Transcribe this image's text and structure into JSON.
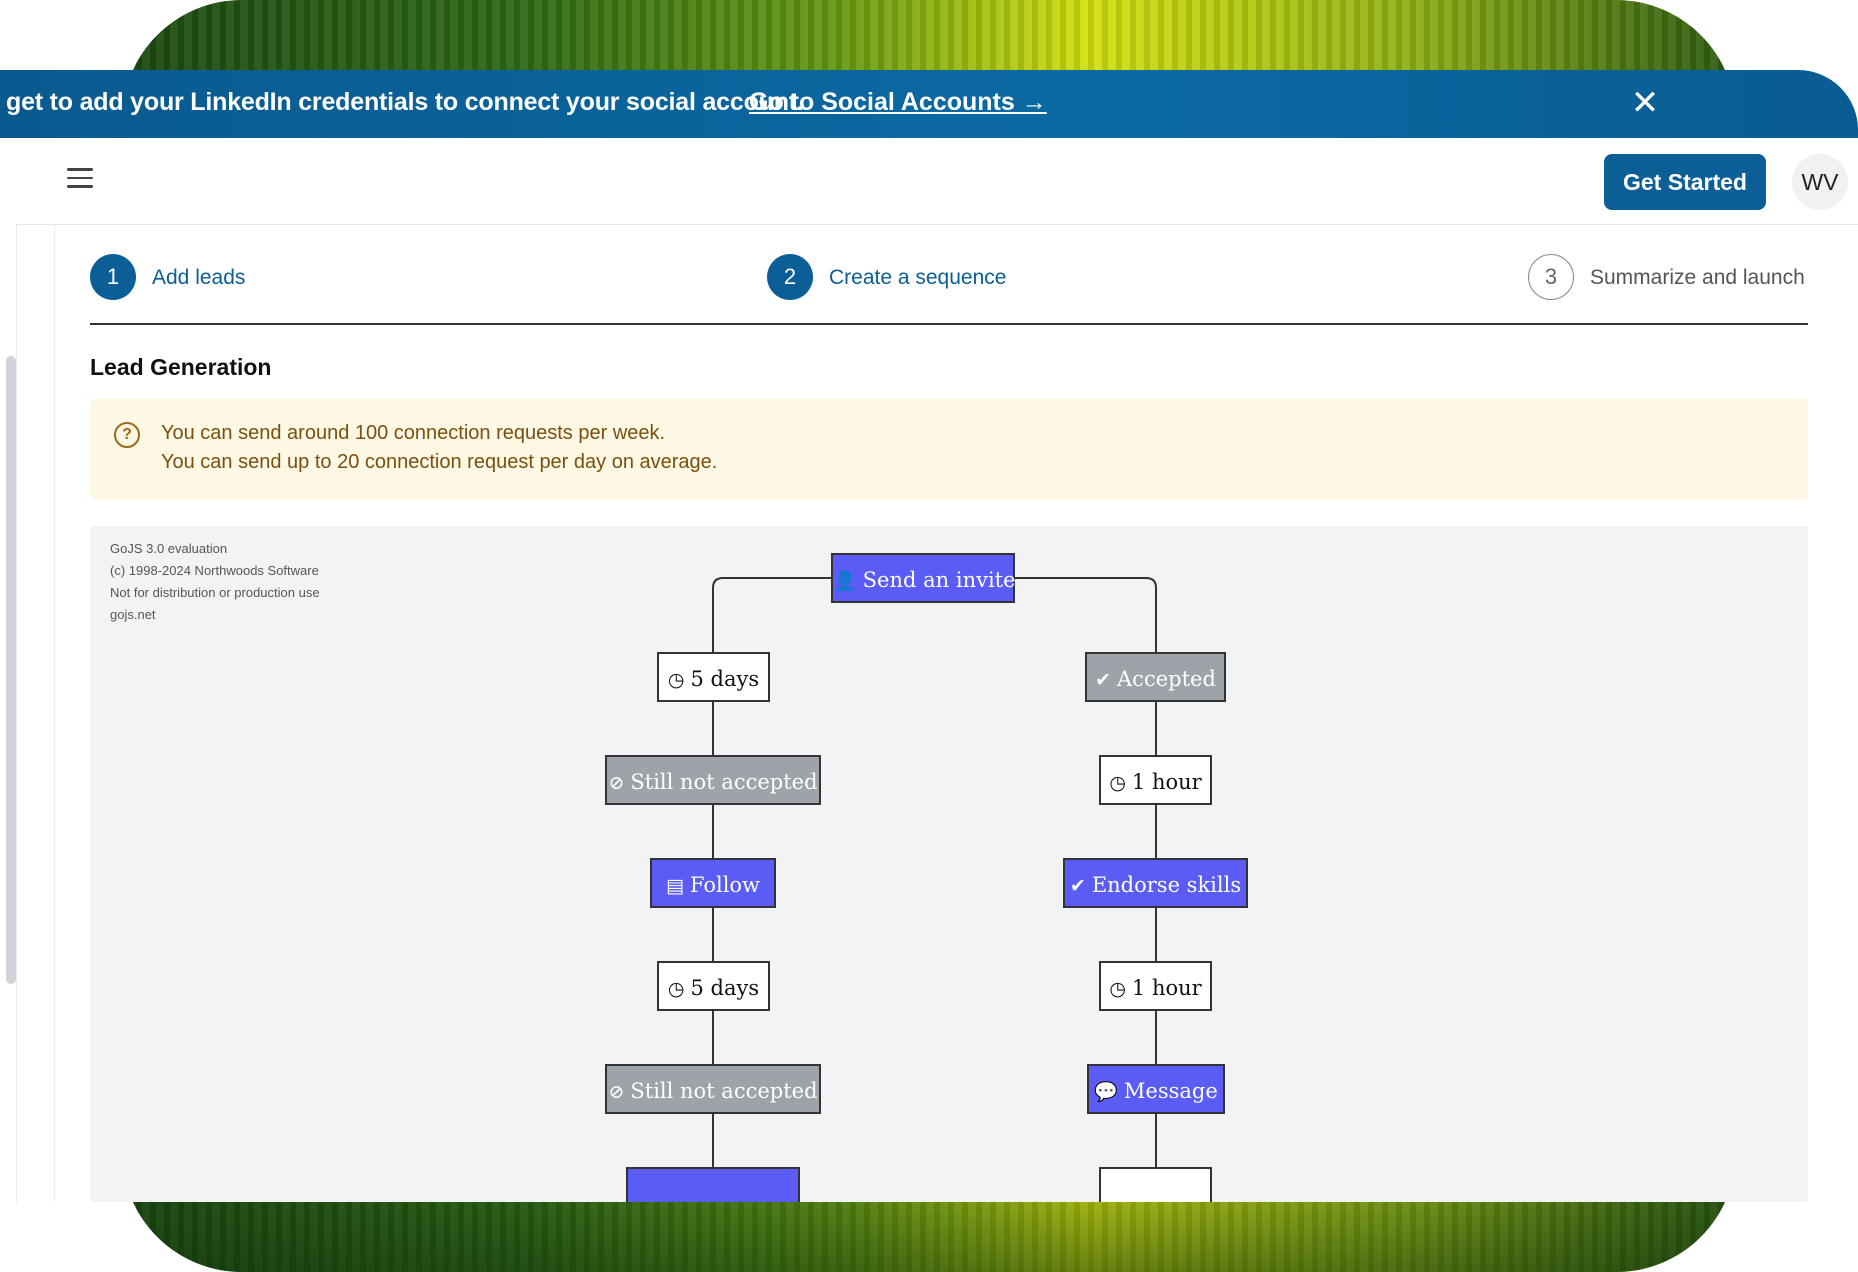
{
  "banner": {
    "message": "get to add your LinkedIn credentials to connect your social account.",
    "link": "Go to Social Accounts →",
    "close_icon": "close-icon",
    "color": "#0b6aa4"
  },
  "header": {
    "menu_icon": "hamburger-icon",
    "get_started": "Get Started",
    "avatar": "WV"
  },
  "stepper": {
    "steps": [
      {
        "number": "1",
        "label": "Add leads",
        "state": "done"
      },
      {
        "number": "2",
        "label": "Create a sequence",
        "state": "active"
      },
      {
        "number": "3",
        "label": "Summarize and launch",
        "state": "todo"
      }
    ]
  },
  "section": {
    "title": "Lead Generation",
    "info_icon": "question-circle-icon",
    "info_lines": [
      "You can send around 100 connection requests per week.",
      "You can send up to 20 connection request per day on average."
    ]
  },
  "diagram": {
    "watermark": [
      "GoJS 3.0 evaluation",
      "(c) 1998-2024 Northwoods Software",
      "Not for distribution or production use",
      "gojs.net"
    ],
    "nodes": {
      "root": {
        "label": "Send an invite",
        "icon": "user-icon"
      },
      "left": [
        {
          "label": "5 days",
          "icon": "clock-icon",
          "kind": "wait"
        },
        {
          "label": "Still not accepted",
          "icon": "ban-icon",
          "kind": "condition"
        },
        {
          "label": "Follow",
          "icon": "id-card-icon",
          "kind": "action"
        },
        {
          "label": "5 days",
          "icon": "clock-icon",
          "kind": "wait"
        },
        {
          "label": "Still not accepted",
          "icon": "ban-icon",
          "kind": "condition"
        }
      ],
      "right": [
        {
          "label": "Accepted",
          "icon": "check-circle-icon",
          "kind": "condition"
        },
        {
          "label": "1 hour",
          "icon": "clock-icon",
          "kind": "wait"
        },
        {
          "label": "Endorse skills",
          "icon": "check-circle-icon",
          "kind": "action"
        },
        {
          "label": "1 hour",
          "icon": "clock-icon",
          "kind": "wait"
        },
        {
          "label": "Message",
          "icon": "comment-icon",
          "kind": "action"
        }
      ]
    },
    "colors": {
      "action": "#5b5bf5",
      "condition": "#9ea3aa",
      "wait": "#ffffff",
      "canvas": "#f2f3f5"
    }
  }
}
